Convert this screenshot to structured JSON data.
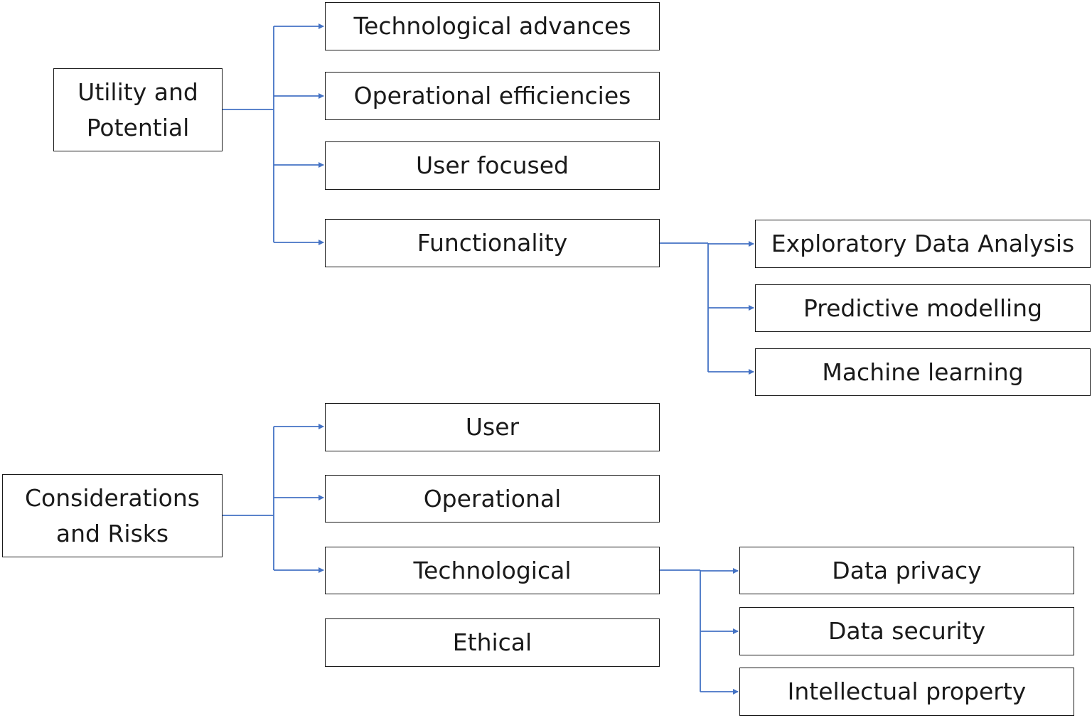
{
  "colors": {
    "connector": "#4472C4",
    "box_border": "#1a1a1a",
    "text": "#1a1a1a"
  },
  "utility": {
    "root": "Utility and\nPotential",
    "children": {
      "technological_advances": "Technological advances",
      "operational_efficiencies": "Operational efficiencies",
      "user_focused": "User focused",
      "functionality": "Functionality"
    },
    "functionality_children": {
      "eda": "Exploratory Data Analysis",
      "predictive_modelling": "Predictive modelling",
      "machine_learning": "Machine learning"
    }
  },
  "risks": {
    "root": "Considerations\nand Risks",
    "children": {
      "user": "User",
      "operational": "Operational",
      "technological": "Technological",
      "ethical": "Ethical"
    },
    "technological_children": {
      "data_privacy": "Data privacy",
      "data_security": "Data security",
      "intellectual_property": "Intellectual property"
    }
  }
}
